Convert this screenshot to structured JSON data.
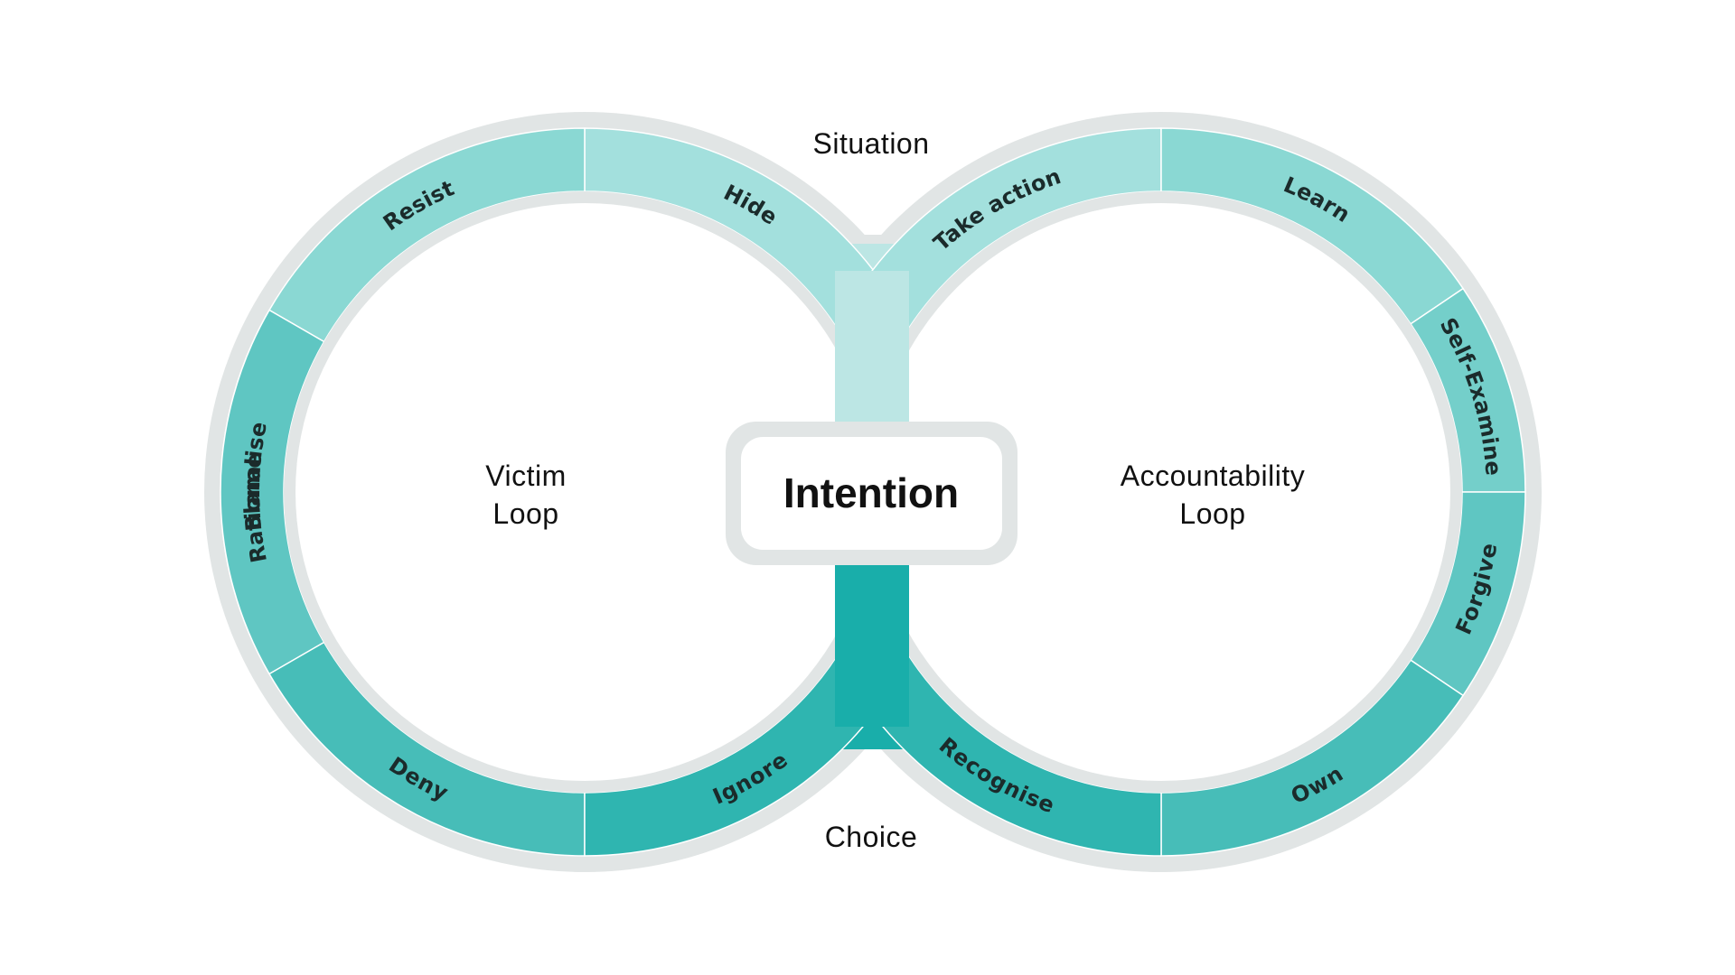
{
  "diagram": {
    "top_label": "Situation",
    "bottom_label": "Choice",
    "center_label": "Intention",
    "victim_loop": {
      "title_line1": "Victim",
      "title_line2": "Loop",
      "segments": [
        "Hide",
        "Resist",
        "Rationalise",
        "Blame",
        "Deny",
        "Ignore"
      ]
    },
    "accountability_loop": {
      "title_line1": "Accountability",
      "title_line2": "Loop",
      "segments": [
        "Take action",
        "Learn",
        "Self-Examine",
        "Forgive",
        "Own",
        "Recognise"
      ]
    },
    "colors": {
      "outline": "#e1e5e5",
      "text": "#1b2b2b",
      "connector_top": "#bce6e4",
      "connector_bottom": "#19aeaa",
      "victim_segments": [
        "#a3e0dd",
        "#8ad8d3",
        "#74cfca",
        "#5fc6c2",
        "#47bdb8",
        "#2fb5b0"
      ],
      "accountability_segments": [
        "#a3e0dd",
        "#8ad8d3",
        "#74cfca",
        "#5fc6c2",
        "#47bdb8",
        "#2fb5b0"
      ]
    }
  }
}
